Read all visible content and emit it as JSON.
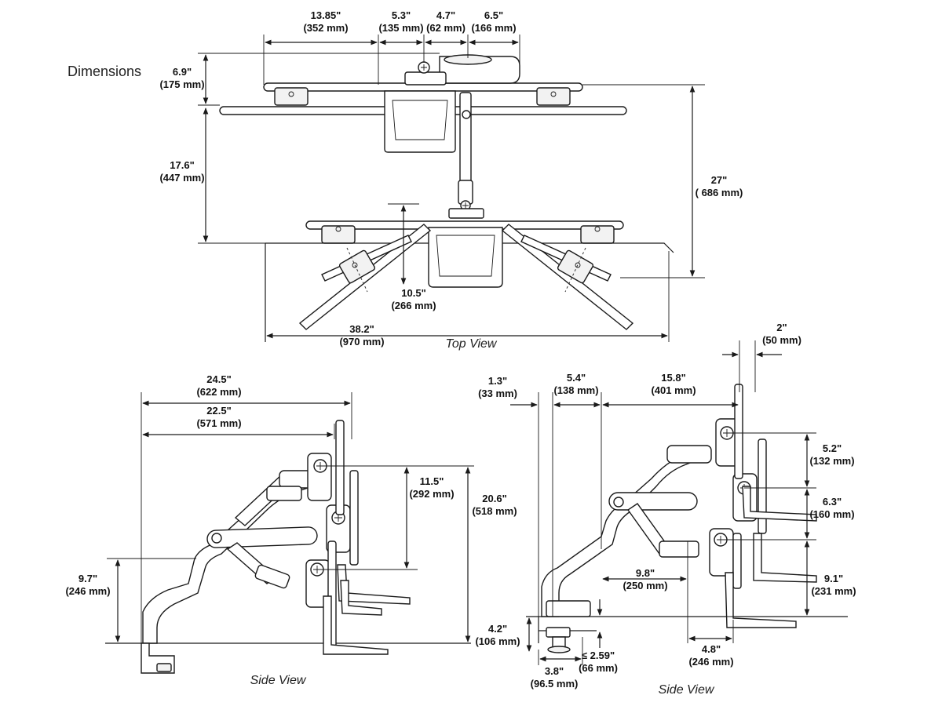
{
  "title": "Dimensions",
  "views": {
    "top": "Top View",
    "side_left": "Side View",
    "side_right": "Side View"
  },
  "top_dims": {
    "d1_in": "13.85\"",
    "d1_mm": "(352 mm)",
    "d2_in": "5.3\"",
    "d2_mm": "(135 mm)",
    "d3_in": "4.7\"",
    "d3_mm": "(62 mm)",
    "d4_in": "6.5\"",
    "d4_mm": "(166 mm)",
    "d5_in": "6.9\"",
    "d5_mm": "(175 mm)",
    "d6_in": "17.6\"",
    "d6_mm": "(447 mm)",
    "d7_in": "27\"",
    "d7_mm": "( 686 mm)",
    "d8_in": "10.5\"",
    "d8_mm": "(266 mm)",
    "d9_in": "38.2\"",
    "d9_mm": "(970 mm)"
  },
  "left_side_dims": {
    "d1_in": "24.5\"",
    "d1_mm": "(622 mm)",
    "d2_in": "22.5\"",
    "d2_mm": "(571 mm)",
    "d3_in": "11.5\"",
    "d3_mm": "(292 mm)",
    "d4_in": "20.6\"",
    "d4_mm": "(518 mm)",
    "d5_in": "9.7\"",
    "d5_mm": "(246 mm)"
  },
  "right_side_dims": {
    "d1_in": "1.3\"",
    "d1_mm": "(33 mm)",
    "d2_in": "5.4\"",
    "d2_mm": "(138 mm)",
    "d3_in": "15.8\"",
    "d3_mm": "(401 mm)",
    "d4_in": "2\"",
    "d4_mm": "(50 mm)",
    "d5_in": "5.2\"",
    "d5_mm": "(132 mm)",
    "d6_in": "6.3\"",
    "d6_mm": "(160 mm)",
    "d7_in": "9.1\"",
    "d7_mm": "(231 mm)",
    "d8_in": "9.8\"",
    "d8_mm": "(250 mm)",
    "d9_in": "4.2\"",
    "d9_mm": "(106 mm)",
    "d10_in": "3.8\"",
    "d10_mm": "(96.5 mm)",
    "d11_in": "≤ 2.59\"",
    "d11_mm": "(66 mm)",
    "d12_in": "4.8\"",
    "d12_mm": "(246 mm)"
  }
}
